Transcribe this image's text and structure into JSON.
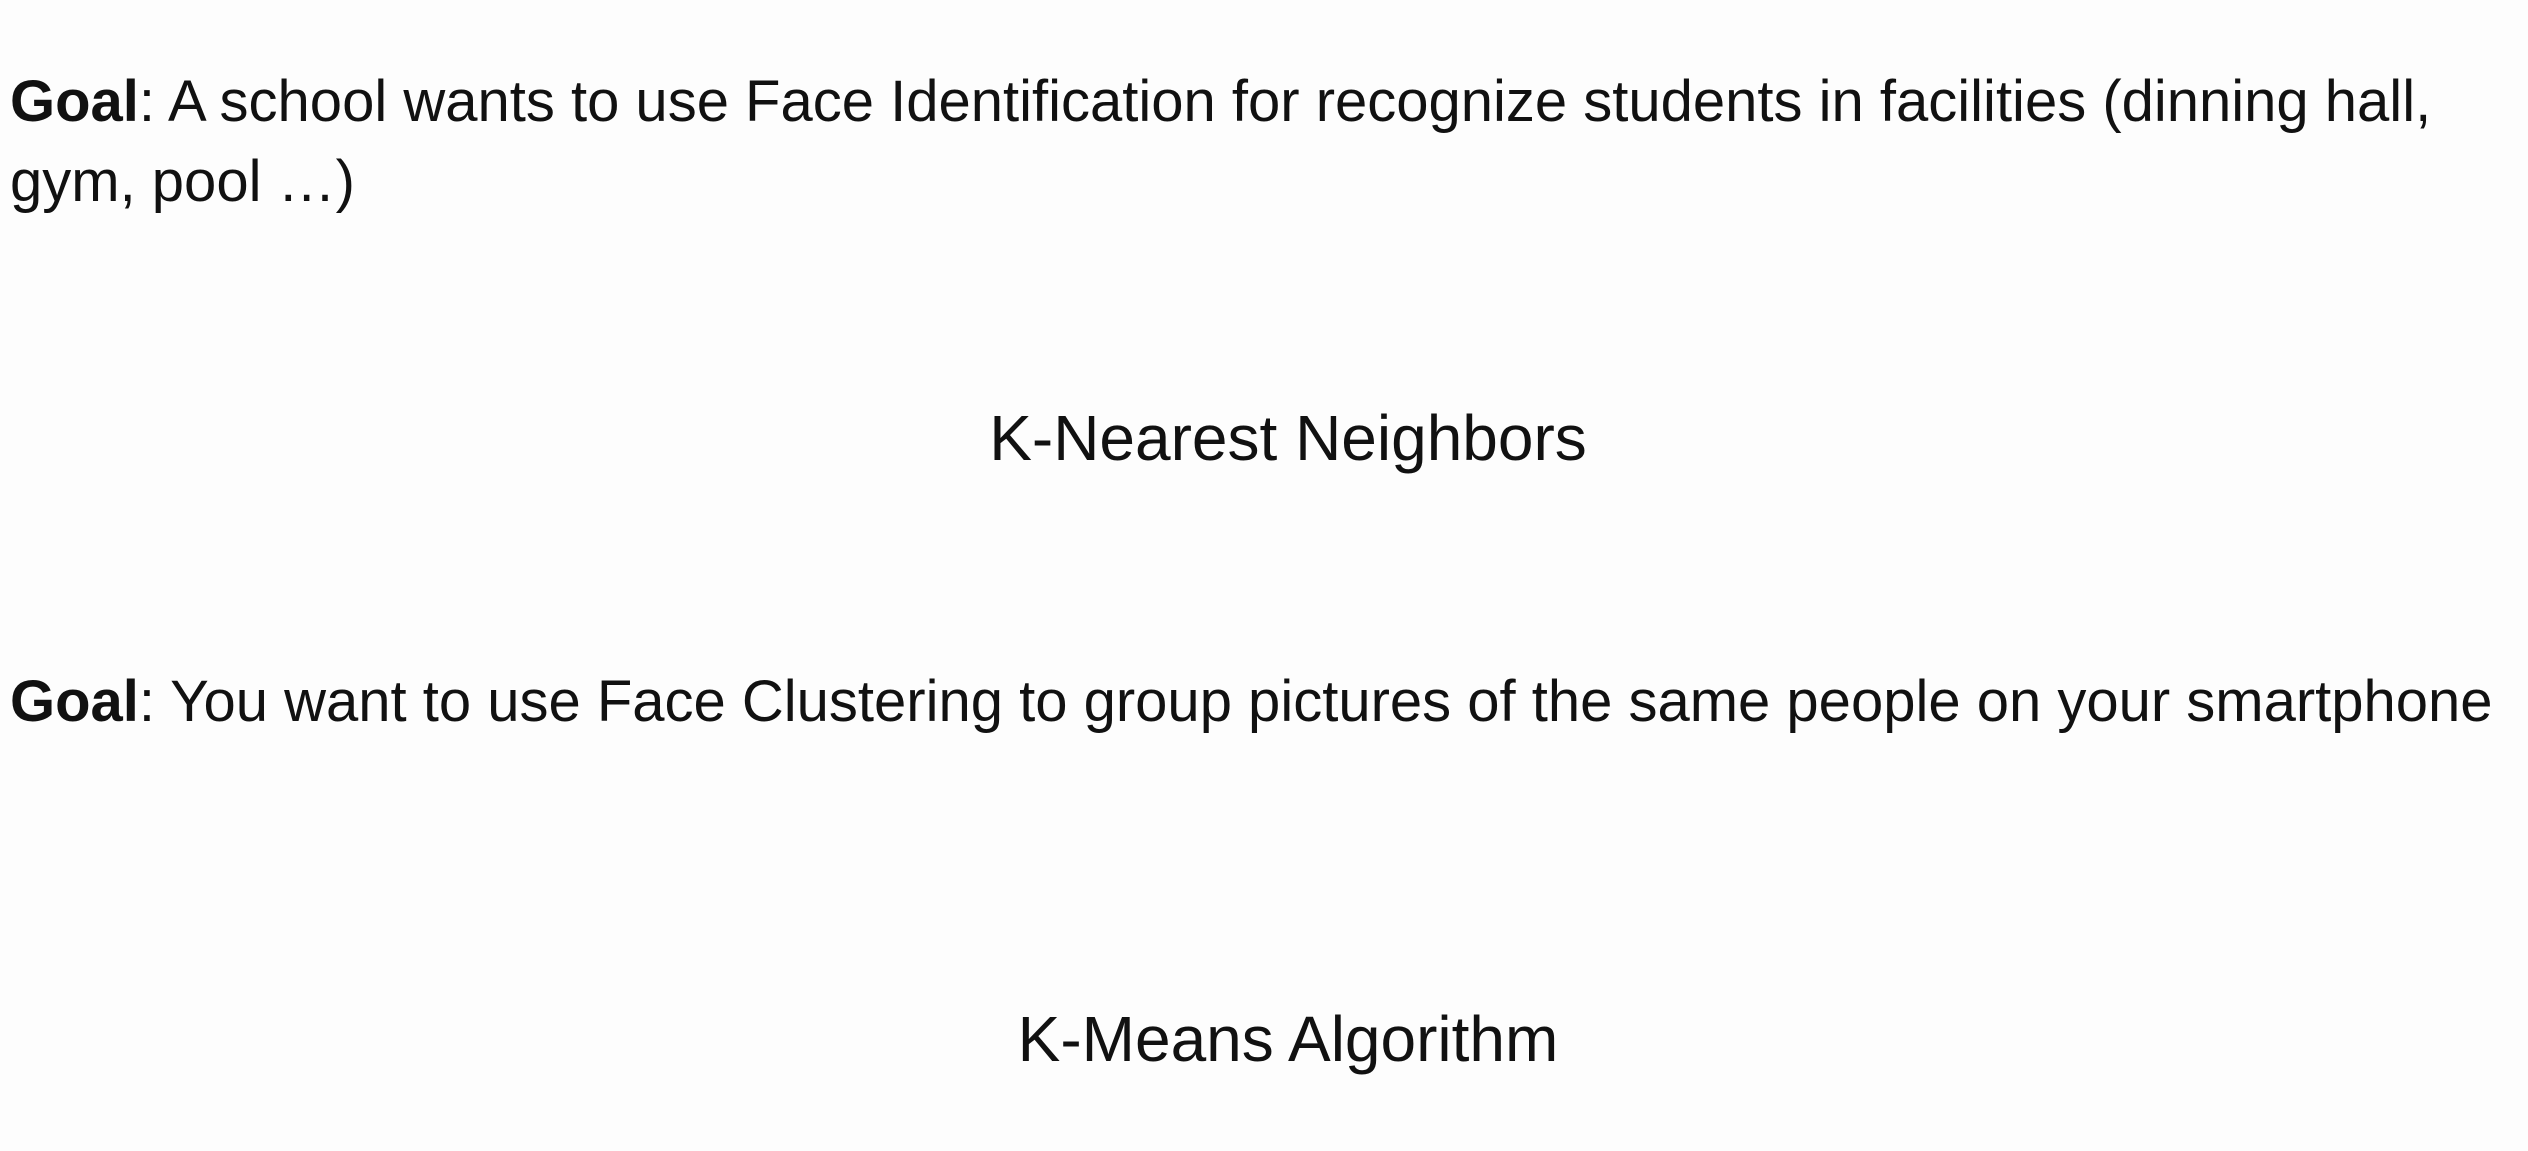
{
  "slide": {
    "items": [
      {
        "goal_label": "Goal",
        "goal_text": ": A school wants to use Face Identification for recognize students in facilities (dinning hall, gym, pool …)",
        "answer": "K-Nearest Neighbors"
      },
      {
        "goal_label": "Goal",
        "goal_text": ": You want to use Face Clustering to group pictures of the same people on your smartphone",
        "answer": "K-Means Algorithm"
      }
    ]
  }
}
